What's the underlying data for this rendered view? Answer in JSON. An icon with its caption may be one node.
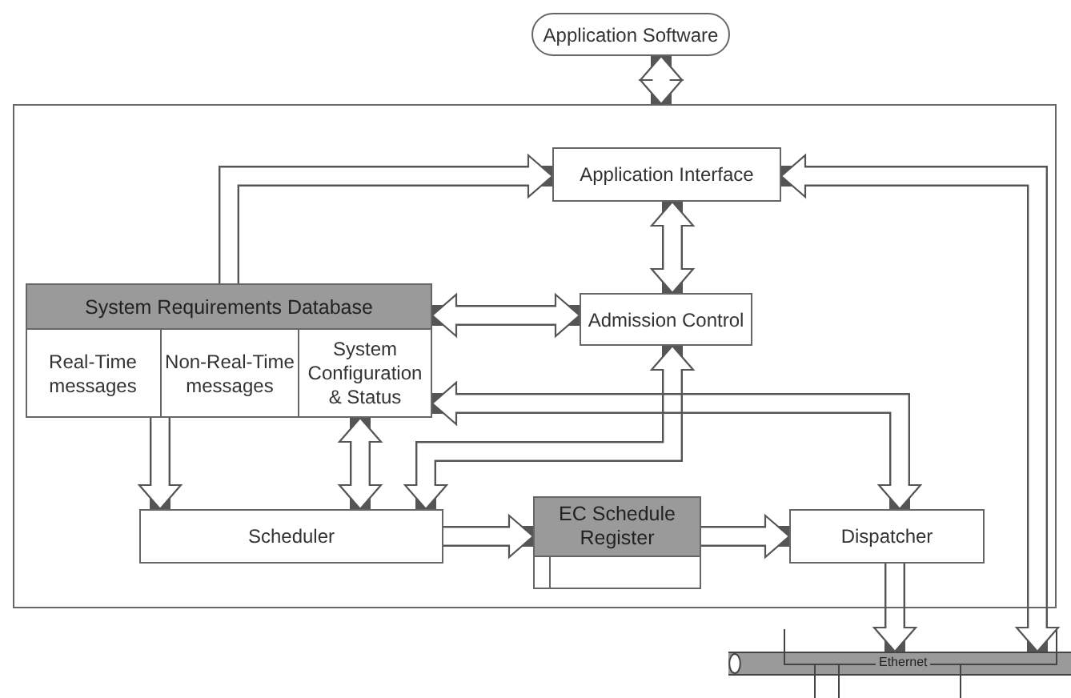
{
  "diagram": {
    "nodes": [
      {
        "text": [
          "Application Software"
        ]
      },
      {
        "text": [],
        "shape": "box"
      },
      {
        "text": [
          "Application Interface"
        ],
        "in": 1
      },
      {
        "text": [
          "System Requirements Database"
        ],
        "in": 1
      },
      {
        "text": [
          "Real-Time messages"
        ],
        "in": 3
      },
      {
        "text": [
          "Non-Real-Time messages"
        ],
        "in": 3
      },
      {
        "text": [
          "System Configuration & Status"
        ],
        "in": 3
      },
      {
        "text": [
          "Admission Control"
        ],
        "in": 1
      },
      {
        "text": [
          "Scheduler"
        ],
        "in": 1
      },
      {
        "text": [
          "EC Schedule Register"
        ],
        "in": 1
      },
      {
        "text": [
          "Dispatcher"
        ],
        "in": 1
      },
      {
        "text": [
          "Ethernet"
        ]
      }
    ],
    "edges": [
      {
        "from": 0,
        "to": 1,
        "arrow": "both"
      },
      {
        "from": 3,
        "to": 2,
        "arrow": "to"
      },
      {
        "from": 2,
        "to": 11,
        "arrow": "both"
      },
      {
        "from": 2,
        "to": 7,
        "arrow": "both"
      },
      {
        "from": 3,
        "to": 7,
        "arrow": "both"
      },
      {
        "from": 7,
        "to": 8,
        "arrow": "both"
      },
      {
        "from": 6,
        "to": 10,
        "arrow": "both"
      },
      {
        "from": 4,
        "to": 8,
        "arrow": "to"
      },
      {
        "from": 6,
        "to": 8,
        "arrow": "both"
      },
      {
        "from": 8,
        "to": 9,
        "arrow": "to"
      },
      {
        "from": 9,
        "to": 10,
        "arrow": "to"
      },
      {
        "from": 10,
        "to": 11,
        "arrow": "to"
      }
    ]
  }
}
